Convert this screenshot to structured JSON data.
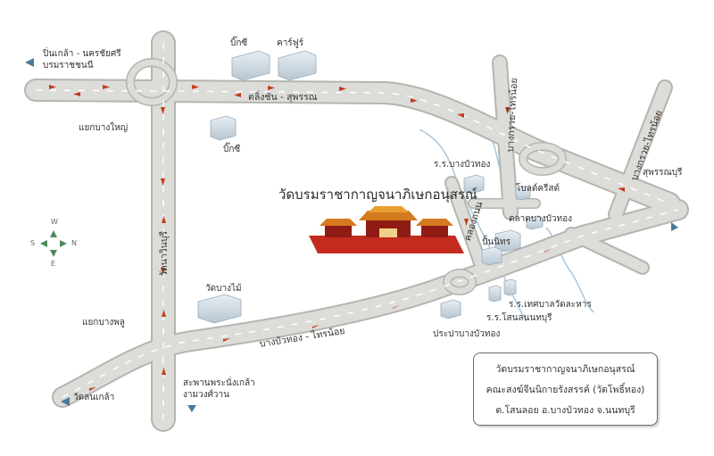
{
  "map": {
    "temple_title": "วัดบรมราชากาญจนาภิเษกอนุสรณ์",
    "roads": {
      "main_top": "ตลิ่งชัน - สุพรรณ",
      "bottom": "บางบัวทอง - ไทรน้อย",
      "left_vertical": "วัดนาวินบุรี",
      "right_vertical_1": "บางกรวย-ไทรน้อย",
      "right_vertical_2": "บางกรวย-ไทรน้อย",
      "mid_vertical": "คลองถนน"
    },
    "places": {
      "top_left_1": "ปิ่นเกล้า - นครชัยศรี",
      "top_left_2": "บรมราชชนนี",
      "junction_top": "แยกบางใหญ่",
      "junction_bottom": "แยกบางพลู",
      "bigc": "บิ๊กซี",
      "carrefour": "คาร์ฟูร์",
      "bigc2": "บิ๊กซี",
      "suphan": "สุพรรณบุรี",
      "school1": "ร.ร.บางบัวทอง",
      "lotus": "โบลต์ครีสต์",
      "market": "ตลาดบางบัวทอง",
      "pinthong": "ปั้นนิทร",
      "school2": "ร.ร.เทศบาลวัดละหาร",
      "school3": "ร.ร.โสนลนนทบุรี",
      "water": "ประปาบางบัวทอง",
      "watbangmai": "วัดบางไม้",
      "bridge_1": "สะพานพระนั่งเกล้า",
      "bridge_2": "งามวงศ์วาน",
      "watchalerm": "วัดลนเกล้า"
    },
    "compass": {
      "n": "W",
      "e": "N",
      "s": "E",
      "w": "S"
    },
    "info_box": {
      "line1": "วัดบรมราชากาญจนาภิเษกอนุสรณ์",
      "line2": "คณะสงฆ์จีนนิกายรังสรรค์ (วัดโพธิ์ทอง)",
      "line3": "ต.โสนลอย อ.บางบัวทอง จ.นนทบุรี"
    },
    "colors": {
      "road_fill": "#dcdcd8",
      "road_edge": "#b5b5b0",
      "arrow": "#c43a1f",
      "building": "#c9d6e0",
      "water": "#a9c6db",
      "temple_base": "#c42b1e",
      "temple_roof": "#d47a1f"
    }
  }
}
